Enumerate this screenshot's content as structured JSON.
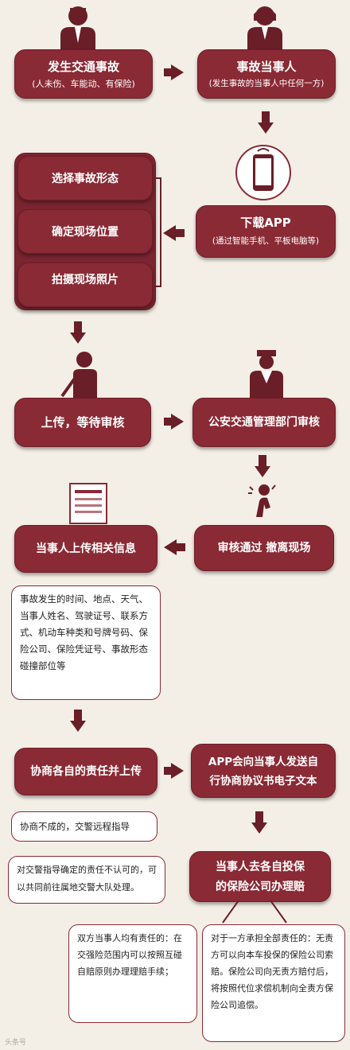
{
  "step1": {
    "title": "发生交通事故",
    "sub": "(人未伤、车能动、有保险)"
  },
  "step2": {
    "title": "事故当事人",
    "sub": "(发生事故的当事人中任何一方)"
  },
  "download": {
    "title": "下载APP",
    "sub": "(通过智能手机、平板电脑等)"
  },
  "choices": [
    "选择事故形态",
    "确定现场位置",
    "拍摄现场照片"
  ],
  "upload": {
    "title": "上传，等待审核"
  },
  "police_review": {
    "title": "公安交通管理部门审核"
  },
  "approved": {
    "title": "审核通过 撤离现场"
  },
  "info_upload": {
    "title": "当事人上传相关信息"
  },
  "info_details": "事故发生的时间、地点、天气、当事人姓名、驾驶证号、联系方式、机动车种类和号牌号码、保险公司、保险凭证号、事故形态碰撞部位等",
  "negotiate": {
    "title": "协商各自的责任并上传"
  },
  "app_send": {
    "title_line1": "APP会向当事人发送自",
    "title_line2": "行协商协议书电子文本"
  },
  "fail_note": "协商不成的，交警远程指导",
  "disagree_note": "对交警指导确定的责任不认可的，可以共同前往属地交警大队处理。",
  "claim": {
    "title_line1": "当事人去各自投保",
    "title_line2": "的保险公司办理赔"
  },
  "both_liable": "双方当事人均有责任的：在交强险范围内可以按照互碰自赔原则办理理赔手续；",
  "one_liable": "对于一方承担全部责任的：无责方可以向本车投保的保险公司索赔。保险公司向无责方赔付后，将按照代位求偿机制向全责方保险公司追偿。",
  "watermark": "头条号",
  "colors": {
    "box": "#8a2a35",
    "arrow": "#6a1e27",
    "bg": "#f4efe6"
  }
}
